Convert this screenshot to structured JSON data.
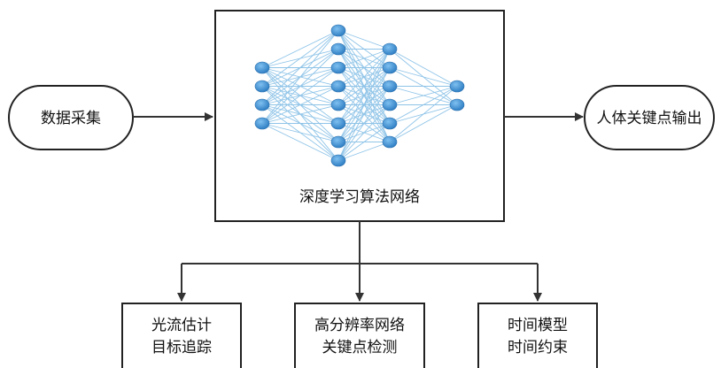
{
  "nodes": {
    "input": "数据采集",
    "center": "深度学习算法网络",
    "output": "人体关键点输出",
    "branch1": [
      "光流估计",
      "目标追踪"
    ],
    "branch2": [
      "高分辨率网络",
      "关键点检测"
    ],
    "branch3": [
      "时间模型",
      "时间约束"
    ]
  },
  "network": {
    "layer_sizes": [
      4,
      8,
      6,
      2
    ],
    "neuron_color": "#3d8fd1",
    "connection_color": "#8fc4e8"
  },
  "colors": {
    "stroke": "#222222",
    "arrow": "#333333"
  }
}
